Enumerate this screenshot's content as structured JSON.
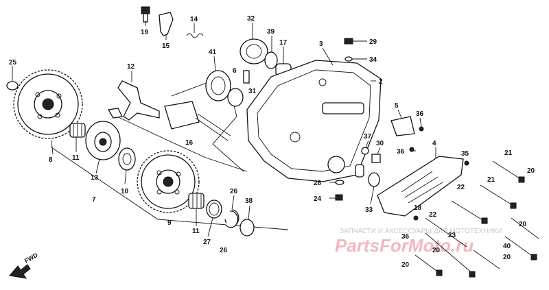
{
  "callouts": [
    {
      "id": "c25",
      "text": "25"
    },
    {
      "id": "c8",
      "text": "8"
    },
    {
      "id": "c11a",
      "text": "11"
    },
    {
      "id": "c13",
      "text": "13"
    },
    {
      "id": "c7",
      "text": "7"
    },
    {
      "id": "c10",
      "text": "10"
    },
    {
      "id": "c12",
      "text": "12"
    },
    {
      "id": "c9",
      "text": "9"
    },
    {
      "id": "c11b",
      "text": "11"
    },
    {
      "id": "c27",
      "text": "27"
    },
    {
      "id": "c26a",
      "text": "26"
    },
    {
      "id": "c26b",
      "text": "26"
    },
    {
      "id": "c38",
      "text": "38"
    },
    {
      "id": "c19",
      "text": "19"
    },
    {
      "id": "c15",
      "text": "15"
    },
    {
      "id": "c14",
      "text": "14"
    },
    {
      "id": "c41",
      "text": "41"
    },
    {
      "id": "c16",
      "text": "16"
    },
    {
      "id": "c32",
      "text": "32"
    },
    {
      "id": "c39",
      "text": "39"
    },
    {
      "id": "c6",
      "text": "6"
    },
    {
      "id": "c31",
      "text": "31"
    },
    {
      "id": "c17",
      "text": "17"
    },
    {
      "id": "c3",
      "text": "3"
    },
    {
      "id": "c29",
      "text": "29"
    },
    {
      "id": "c34",
      "text": "34"
    },
    {
      "id": "c2",
      "text": "2"
    },
    {
      "id": "c5",
      "text": "5"
    },
    {
      "id": "c36a",
      "text": "36"
    },
    {
      "id": "c36b",
      "text": "36"
    },
    {
      "id": "c37",
      "text": "37"
    },
    {
      "id": "c30",
      "text": "30"
    },
    {
      "id": "c4",
      "text": "4"
    },
    {
      "id": "c28",
      "text": "28"
    },
    {
      "id": "c24",
      "text": "24"
    },
    {
      "id": "c33",
      "text": "33"
    },
    {
      "id": "c35",
      "text": "35"
    },
    {
      "id": "c21a",
      "text": "21"
    },
    {
      "id": "c20a",
      "text": "20"
    },
    {
      "id": "c21b",
      "text": "21"
    },
    {
      "id": "c22a",
      "text": "22"
    },
    {
      "id": "c18",
      "text": "18"
    },
    {
      "id": "c22b",
      "text": "22"
    },
    {
      "id": "c23",
      "text": "23"
    },
    {
      "id": "c36c",
      "text": "36"
    },
    {
      "id": "c20b",
      "text": "20"
    },
    {
      "id": "c20c",
      "text": "20"
    },
    {
      "id": "c40",
      "text": "40"
    },
    {
      "id": "c20d",
      "text": "20"
    },
    {
      "id": "c20e",
      "text": "20"
    }
  ],
  "direction_label": "FWD",
  "watermark": {
    "caption": "ЗАПЧАСТИ И АКСЕССУАРЫ ДЛЯ МОТОТЕХНИКИ",
    "brand": "PartsForMoto.ru",
    "brand_color": "#f1b9bd"
  }
}
